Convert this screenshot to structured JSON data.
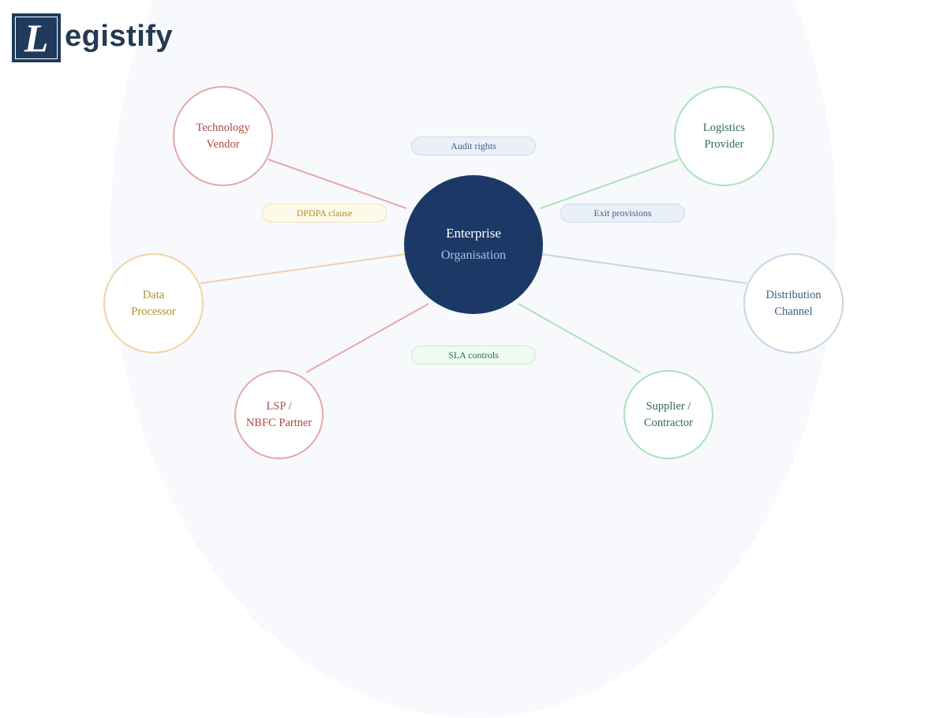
{
  "logo": {
    "letter": "L",
    "text": "egistify"
  },
  "hub": {
    "title": "Enterprise",
    "subtitle": "Organisation"
  },
  "nodes": {
    "technology_vendor": {
      "line1": "Technology",
      "line2": "Vendor"
    },
    "logistics_provider": {
      "line1": "Logistics",
      "line2": "Provider"
    },
    "data_processor": {
      "line1": "Data",
      "line2": "Processor"
    },
    "distribution_channel": {
      "line1": "Distribution",
      "line2": "Channel"
    },
    "lsp_partner": {
      "line1": "LSP /",
      "line2": "NBFC Partner"
    },
    "supplier_contractor": {
      "line1": "Supplier /",
      "line2": "Contractor"
    }
  },
  "pills": {
    "audit_rights": "Audit rights",
    "dpdpa_clause": "DPDPA clause",
    "exit_provisions": "Exit provisions",
    "sla_controls": "SLA controls"
  },
  "colors": {
    "hub": "#1b3866",
    "red": "#a84b41",
    "green": "#2f6b4e",
    "gold": "#b38b2d",
    "blue": "#3d5d80"
  }
}
